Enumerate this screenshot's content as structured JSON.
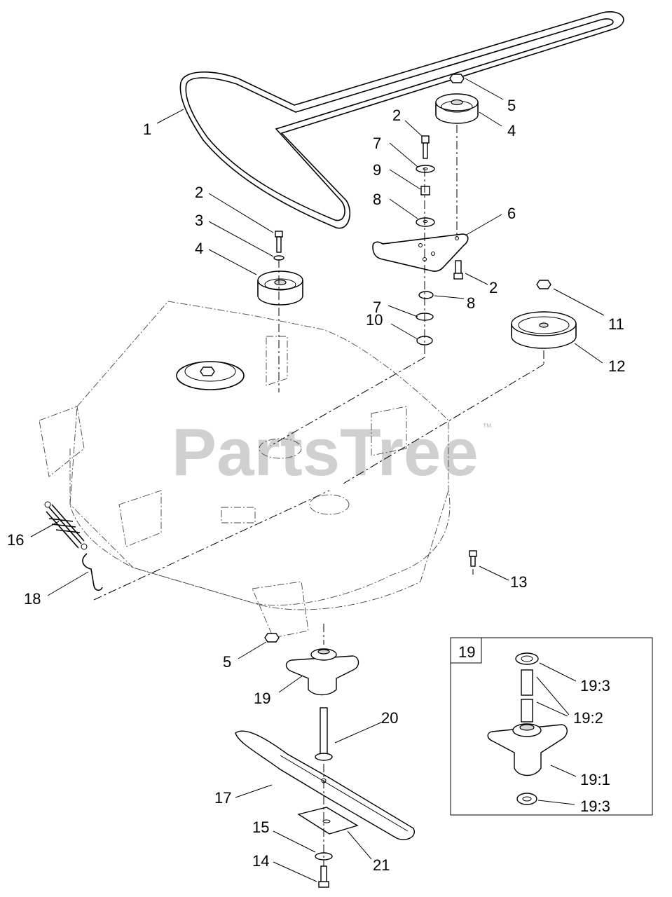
{
  "watermark": {
    "text": "PartsTree",
    "trademark": "™"
  },
  "inset": {
    "label": "19",
    "callouts": [
      "19:3",
      "19:2",
      "19:1",
      "19:3"
    ]
  },
  "callouts": {
    "belt": "1",
    "bolt_idler_top": "2",
    "spacer_7_upper": "7",
    "spacer_9": "9",
    "washer_8_upper": "8",
    "bolt_left_pulley": "2",
    "washer_3": "3",
    "pulley_left": "4",
    "nut_5_top": "5",
    "pulley_idler": "4",
    "idler_arm": "6",
    "bolt_arm": "2",
    "spacer_7_lower": "7",
    "washer_8_lower": "8",
    "spacer_10": "10",
    "nut_11": "11",
    "pulley_12": "12",
    "spring_16": "16",
    "rod_18": "18",
    "bolt_13": "13",
    "nut_5_bottom": "5",
    "spindle_19": "19",
    "shaft_20": "20",
    "blade_17": "17",
    "washer_15": "15",
    "bolt_14": "14",
    "plate_21": "21"
  }
}
